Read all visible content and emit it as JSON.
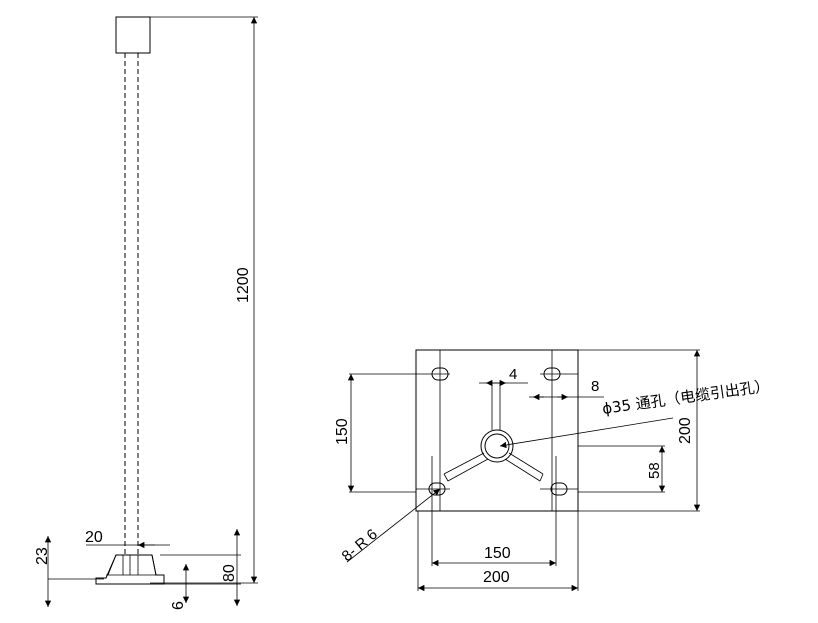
{
  "dimensions": {
    "height_1200": "1200",
    "top_gap_20": "20",
    "left_23": "23",
    "right_80": "80",
    "bottom_6": "6",
    "plate_4": "4",
    "plate_8": "8",
    "plate_150_vertical": "150",
    "plate_200_vertical": "200",
    "plate_58": "58",
    "plate_150_horizontal": "150",
    "plate_200_horizontal": "200",
    "hole_note": "8- R 6",
    "center_hole_note": "ϕ35 通孔（电缆引出孔）"
  }
}
